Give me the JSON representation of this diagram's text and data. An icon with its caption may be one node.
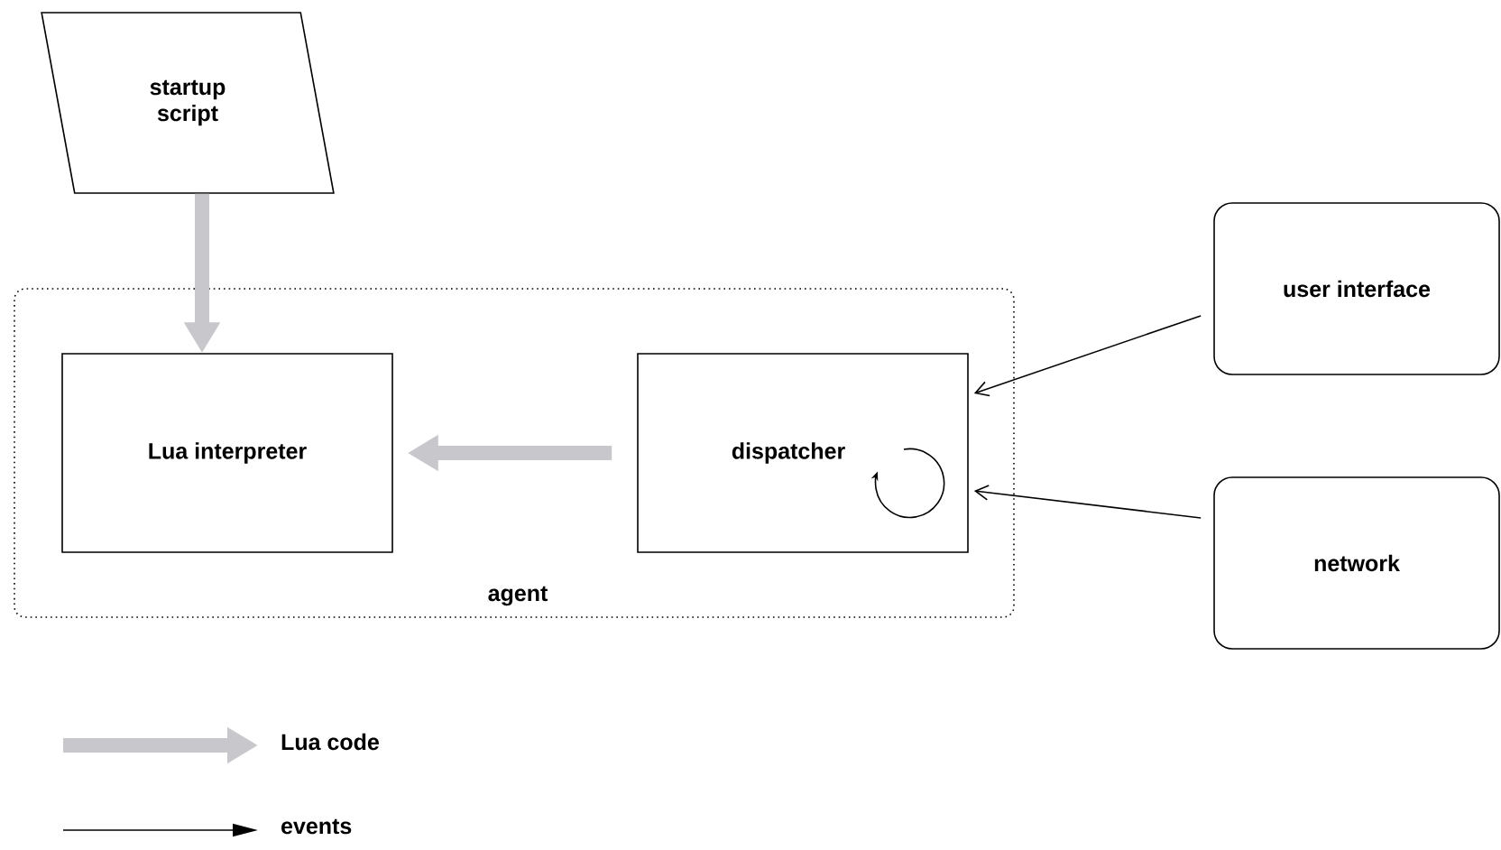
{
  "diagram": {
    "nodes": [
      {
        "text": [
          "startup script"
        ]
      },
      {
        "text": [
          "agent"
        ]
      },
      {
        "text": [
          "Lua interpreter"
        ],
        "in": 1
      },
      {
        "text": [
          "dispatcher"
        ],
        "in": 1
      },
      {
        "text": [
          "user interface"
        ]
      },
      {
        "text": [
          "network"
        ]
      }
    ],
    "edges": [
      {
        "from": 0,
        "to": 2,
        "arrow": "to",
        "style": "thick",
        "color": "#c8c8cc"
      },
      {
        "from": 3,
        "to": 2,
        "arrow": "to",
        "style": "thick",
        "color": "#c8c8cc"
      },
      {
        "from": 4,
        "to": 3,
        "arrow": "to",
        "color": "#000000"
      },
      {
        "from": 5,
        "to": 3,
        "arrow": "to",
        "color": "#000000"
      }
    ],
    "legend": [
      {
        "text": "Lua code"
      },
      {
        "text": "events"
      }
    ]
  }
}
